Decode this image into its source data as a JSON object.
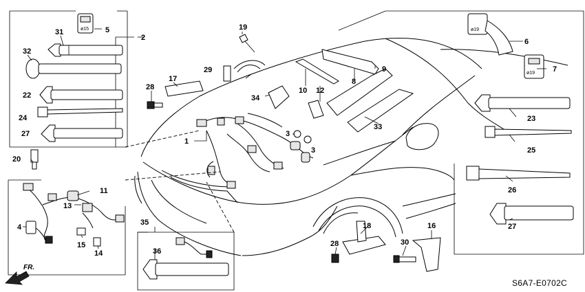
{
  "diagram": {
    "code": "S6A7-E0702C",
    "fr_label": "FR.",
    "callouts": {
      "c1": "1",
      "c2": "2",
      "c3a": "3",
      "c3b": "3",
      "c4": "4",
      "c5": "5",
      "c6": "6",
      "c7": "7",
      "c8": "8",
      "c9": "9",
      "c10": "10",
      "c11": "11",
      "c12": "12",
      "c13": "13",
      "c14": "14",
      "c15": "15",
      "c16": "16",
      "c17": "17",
      "c18": "18",
      "c19": "19",
      "c20": "20",
      "c22": "22",
      "c23": "23",
      "c24": "24",
      "c25": "25",
      "c26": "26",
      "c27a": "27",
      "c27b": "27",
      "c28a": "28",
      "c28b": "28",
      "c29": "29",
      "c30": "30",
      "c31": "31",
      "c32": "32",
      "c33": "33",
      "c34": "34",
      "c35": "35",
      "c36": "36"
    },
    "part_markings": {
      "m5": "ø15",
      "m6": "ø19",
      "m7": "ø19"
    }
  }
}
